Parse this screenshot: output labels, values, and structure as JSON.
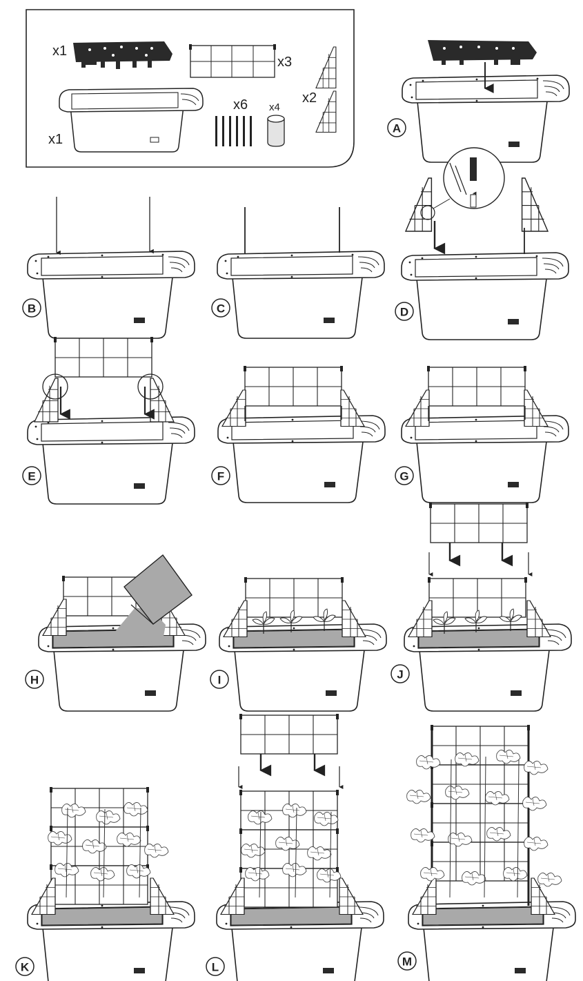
{
  "parts": {
    "tray_qty": "x1",
    "container_qty": "x1",
    "trellis_panel_qty": "x3",
    "side_panel_qty": "x2",
    "stake_qty": "x6",
    "connector_qty": "x4"
  },
  "steps": [
    {
      "label": "A"
    },
    {
      "label": "B"
    },
    {
      "label": "C"
    },
    {
      "label": "D"
    },
    {
      "label": "E"
    },
    {
      "label": "F"
    },
    {
      "label": "G"
    },
    {
      "label": "H"
    },
    {
      "label": "I"
    },
    {
      "label": "J"
    },
    {
      "label": "K"
    },
    {
      "label": "L"
    },
    {
      "label": "M"
    }
  ],
  "colors": {
    "line": "#222222",
    "soil": "#a9a9a9",
    "dark_part": "#2a2a2a",
    "connector": "#e4e4e4"
  }
}
